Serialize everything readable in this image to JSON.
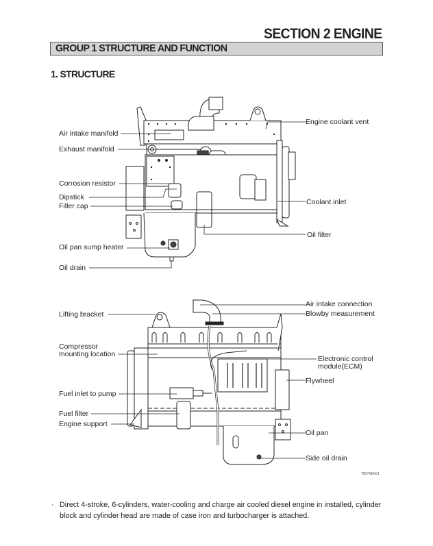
{
  "header": {
    "section_title": "SECTION 2 ENGINE",
    "group_title": "GROUP 1 STRUCTURE AND FUNCTION",
    "subsection_title": "1. STRUCTURE"
  },
  "figure_top": {
    "labels_left": [
      "Air intake manifold",
      "Exhaust manifold",
      "Corrosion resistor",
      "Dipstick",
      "Filler cap",
      "Oil pan sump heater",
      "Oil drain"
    ],
    "labels_right": [
      "Engine coolant vent",
      "Coolant inlet",
      "Oil filter"
    ]
  },
  "figure_bottom": {
    "labels_left": [
      "Lifting bracket",
      "Compressor",
      "mounting location",
      "Fuel inlet to pump",
      "Fuel filter",
      "Engine support"
    ],
    "labels_right": [
      "Air intake connection",
      "Blowby measurement",
      "Electronic control",
      "module(ECM)",
      "Flywheel",
      "Oil pan",
      "Side oil drain"
    ],
    "figure_code": "7807AEN01"
  },
  "note": {
    "bullet": "·",
    "text": "Direct 4-stroke, 6-cylinders, water-cooling and charge air cooled diesel engine in installed, cylinder block and cylinder head are made of case iron and turbocharger is attached."
  }
}
